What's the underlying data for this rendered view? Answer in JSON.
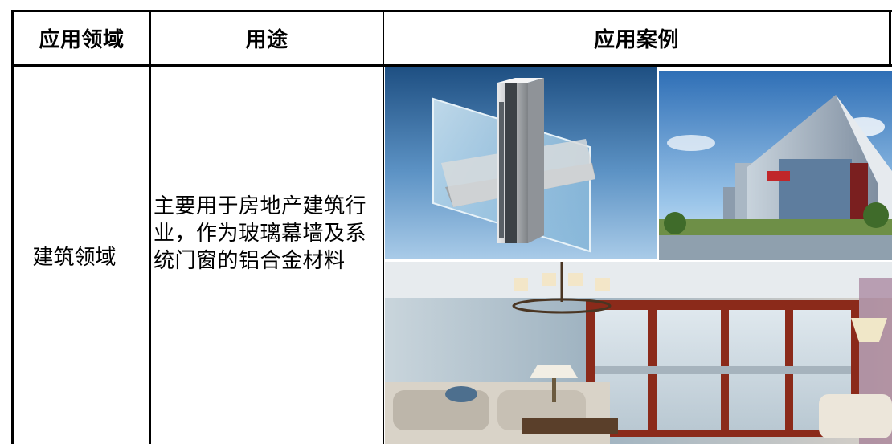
{
  "header": {
    "col1": "应用领域",
    "col2": "用途",
    "col3": "应用案例"
  },
  "row": {
    "domain": "建筑领域",
    "usage_lines": [
      "主要用于房地产建筑行",
      "业，作为玻璃幕墙及系",
      "统门窗的铝合金材料"
    ]
  },
  "images": [
    {
      "name": "curtain-wall-profile-photo"
    },
    {
      "name": "building-exterior-photo"
    },
    {
      "name": "living-room-window-photo"
    }
  ]
}
